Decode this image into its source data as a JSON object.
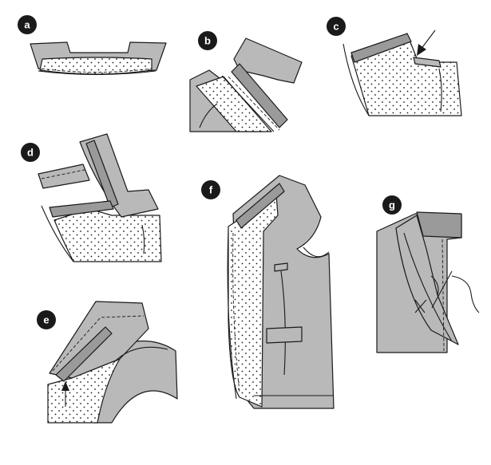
{
  "step_labels": [
    "a",
    "b",
    "c",
    "d",
    "e",
    "f",
    "g"
  ],
  "colors": {
    "fabric_gray": "#b9b9b9",
    "fabric_dark": "#9a9a9a",
    "interfacing_dot": "#1a1a1a",
    "badge": "#1a1a1a",
    "badge_text": "#ffffff"
  }
}
